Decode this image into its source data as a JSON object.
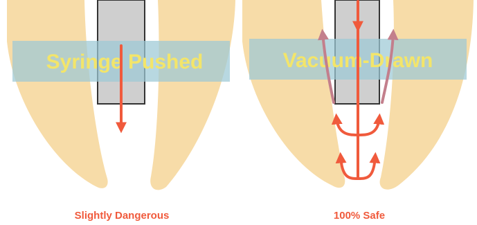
{
  "colors": {
    "tooth": "#F7DCA8",
    "band": "#9CC9D6",
    "needle_fill": "#CFCFCF",
    "needle_stroke": "#333333",
    "arrow_red": "#F05A3C",
    "arrow_return": "#C37F8C",
    "band_text": "#F3E56A",
    "caption_red": "#F05A3C"
  },
  "panels": [
    {
      "band_label": "Syringe Pushed",
      "caption": "Slightly Dangerous",
      "flow": "pushed",
      "icons": [
        "tooth-root",
        "needle",
        "arrow-down"
      ]
    },
    {
      "band_label": "Vacuum-Drawn",
      "caption": "100% Safe",
      "flow": "vacuum",
      "icons": [
        "tooth-root",
        "needle",
        "arrow-down",
        "arrow-up"
      ]
    }
  ]
}
